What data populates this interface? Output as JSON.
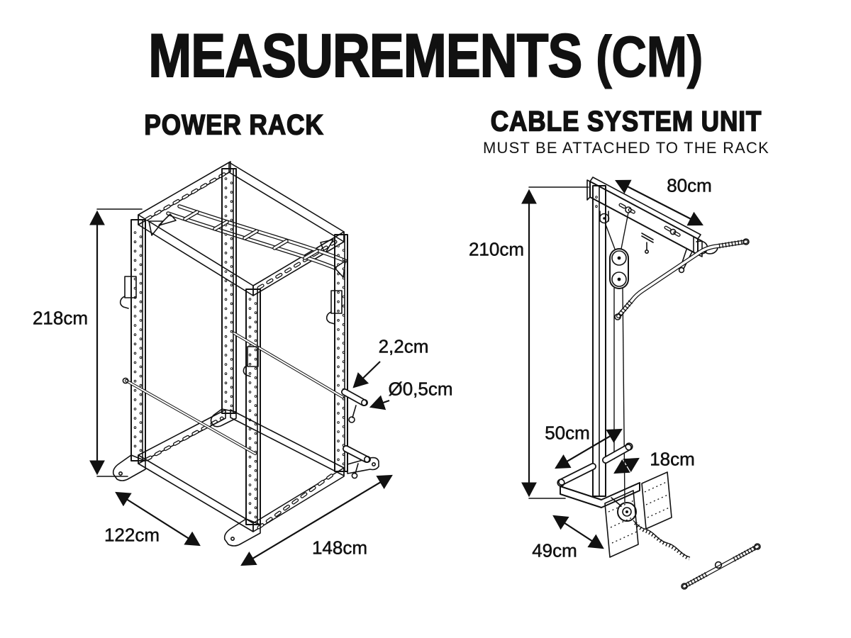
{
  "colors": {
    "ink": "#111111",
    "background": "#ffffff"
  },
  "title": {
    "text": "MEASUREMENTS",
    "suffix": "(CM)"
  },
  "power_rack": {
    "heading": "POWER RACK",
    "dims": {
      "height": "218cm",
      "depth": "122cm",
      "width": "148cm",
      "safety_pin": "2,2cm",
      "lock_pin": "Ø0,5cm"
    }
  },
  "cable_system": {
    "heading": "CABLE SYSTEM UNIT",
    "note": "MUST BE ATTACHED TO THE RACK",
    "dims": {
      "height": "210cm",
      "top_width": "80cm",
      "depth": "50cm",
      "weight_horn": "18cm",
      "base_width": "49cm"
    }
  }
}
